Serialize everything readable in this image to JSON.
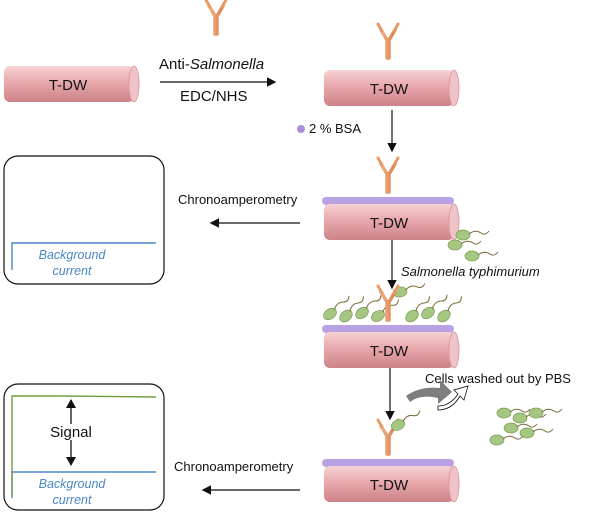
{
  "tube_label": "T-DW",
  "step1": {
    "prefix": "Anti-",
    "italic": "Salmonella",
    "line2": "EDC/NHS"
  },
  "step2": {
    "label": "2 % BSA"
  },
  "step3": {
    "label": "Salmonella typhimurium"
  },
  "step4": {
    "label": "Cells washed out by PBS"
  },
  "measure": {
    "label": "Chronoamperometry"
  },
  "plot1": {
    "line1": "Background",
    "line2": "current"
  },
  "plot2": {
    "signal": "Signal",
    "line1": "Background",
    "line2": "current"
  },
  "colors": {
    "tube": "#e6a3a8",
    "antibody": "#e89a6a",
    "bsa": "#a98fd8",
    "bacteria": "#9fc07a",
    "baseline": "#4a86c5",
    "signal_trace": "#6f9e3f"
  }
}
